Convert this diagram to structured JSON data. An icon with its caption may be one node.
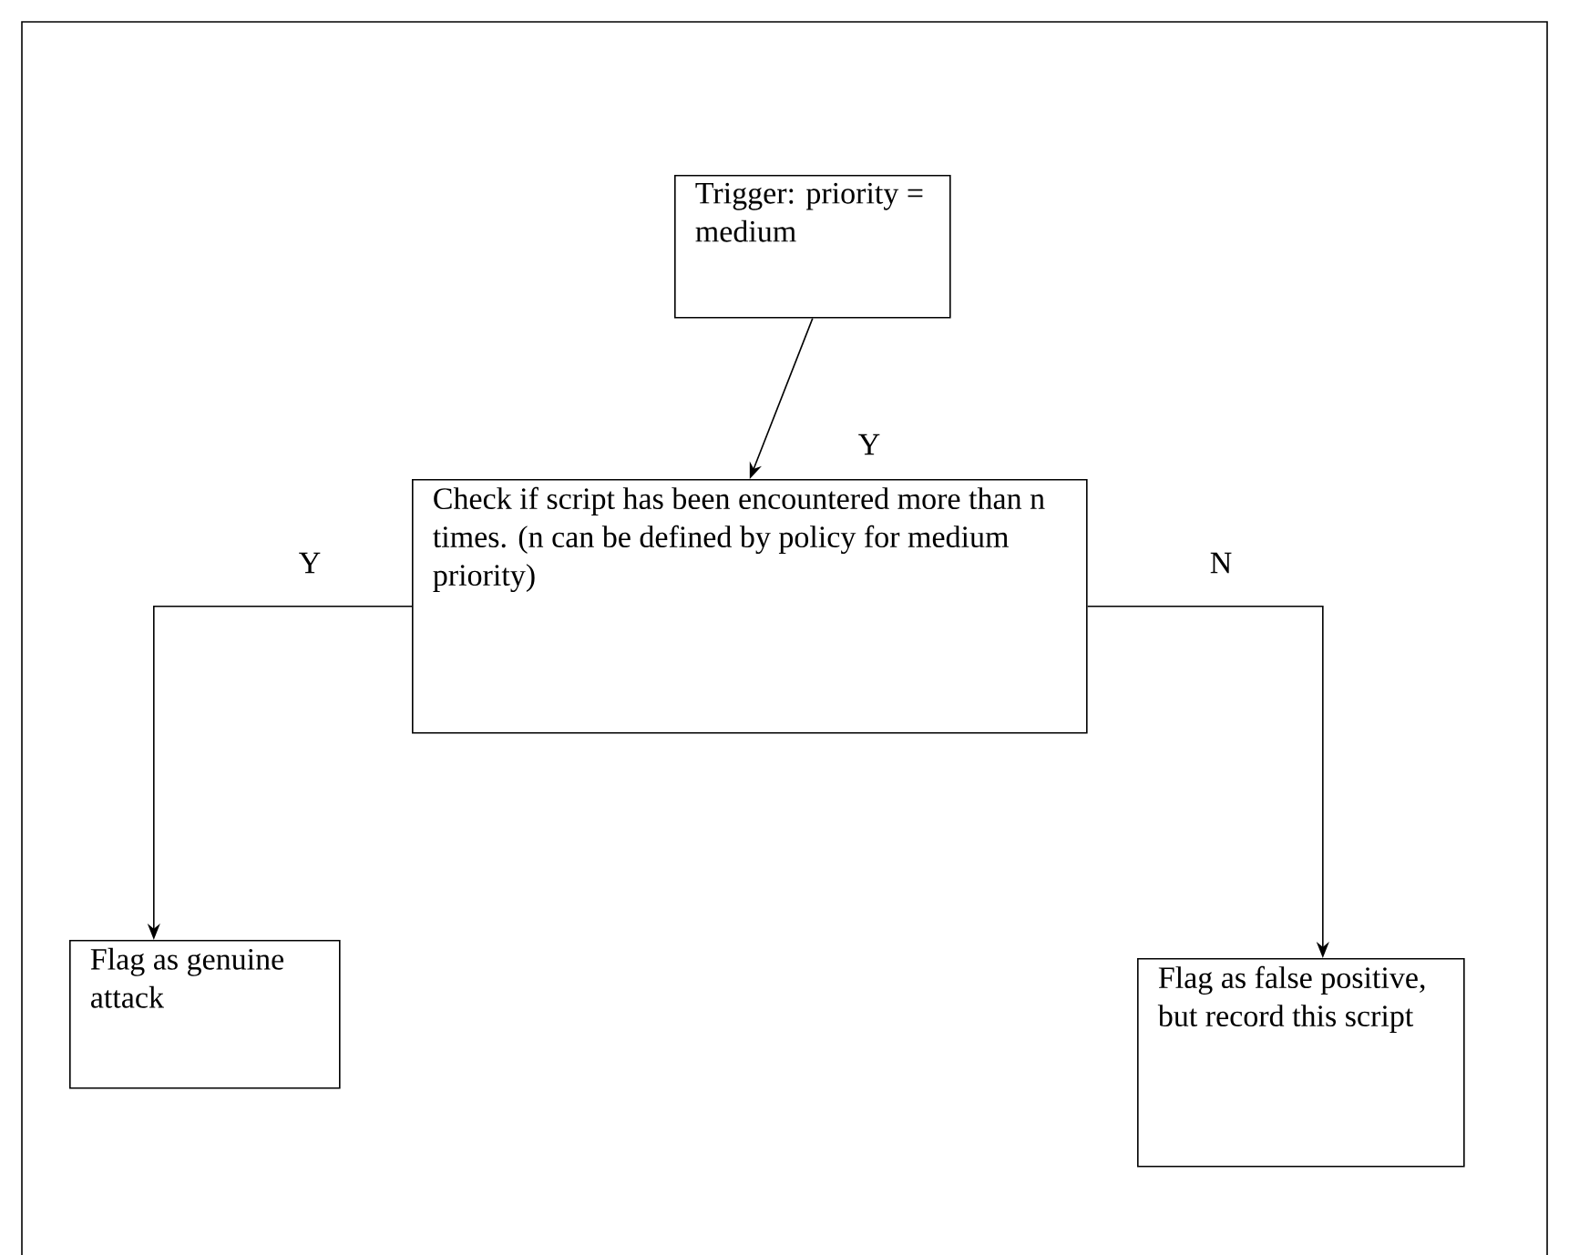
{
  "diagram": {
    "nodes": [
      {
        "text": [
          "Trigger: priority = medium"
        ]
      },
      {
        "text": [
          "Check if script has been encountered more than n times. (n can be defined by policy for medium priority)"
        ]
      },
      {
        "text": [
          "Flag as genuine attack"
        ]
      },
      {
        "text": [
          "Flag as false positive, but record this script"
        ]
      }
    ],
    "edges": [
      {
        "from": 0,
        "to": 1,
        "arrow": "to",
        "label": "Y"
      },
      {
        "from": 1,
        "to": 2,
        "arrow": "to",
        "label": "Y"
      },
      {
        "from": 1,
        "to": 3,
        "arrow": "to",
        "label": "N"
      }
    ]
  }
}
